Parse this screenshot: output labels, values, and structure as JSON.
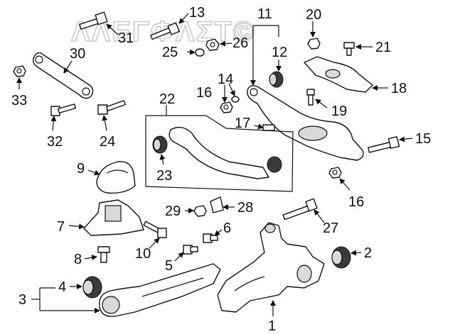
{
  "watermark": "ΛΛΕΓΦΛΣΤ©",
  "callouts": {
    "c1": "1",
    "c2": "2",
    "c3": "3",
    "c4": "4",
    "c5": "5",
    "c6": "6",
    "c7": "7",
    "c8": "8",
    "c9": "9",
    "c10": "10",
    "c11": "11",
    "c12": "12",
    "c13": "13",
    "c14": "14",
    "c15": "15",
    "c16a": "16",
    "c16b": "16",
    "c17": "17",
    "c18": "18",
    "c19": "19",
    "c20": "20",
    "c21": "21",
    "c22": "22",
    "c23": "23",
    "c24": "24",
    "c25": "25",
    "c26": "26",
    "c27": "27",
    "c28": "28",
    "c29": "29",
    "c30": "30",
    "c31": "31",
    "c32": "32",
    "c33": "33"
  }
}
